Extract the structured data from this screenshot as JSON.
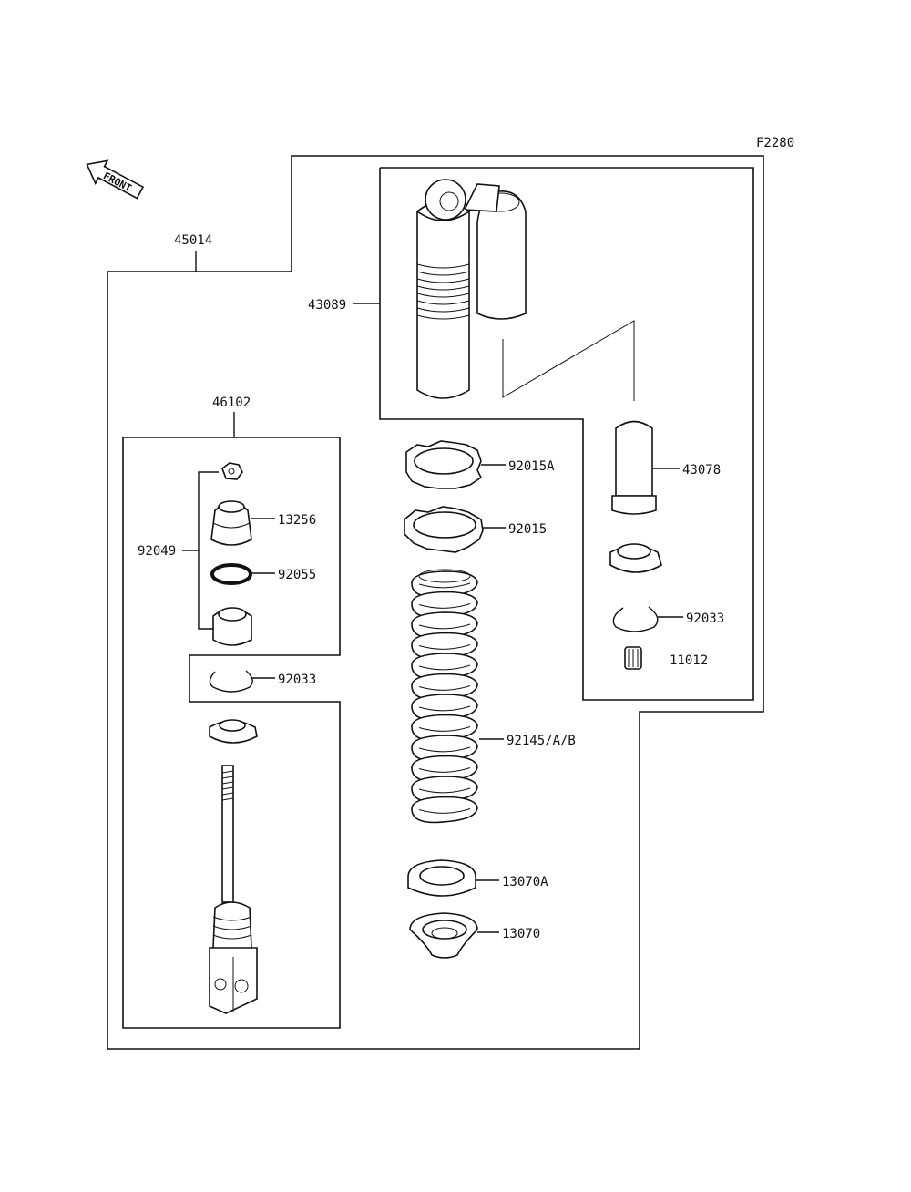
{
  "figure_code": "F2280",
  "front_label": "FRONT",
  "parts": {
    "assembly": "45014",
    "damper_body": "43089",
    "cap": "43078",
    "valve_core": "11012",
    "bladder_circlip": "92033",
    "rod_kit": "46102",
    "nut": "92049",
    "bushing": "13256",
    "oring": "92055",
    "rod_circlip": "92033",
    "locknut_a": "92015A",
    "locknut": "92015",
    "spring": "92145/A/B",
    "guide_a": "13070A",
    "guide": "13070"
  },
  "colors": {
    "line": "#111111",
    "background": "#ffffff"
  }
}
